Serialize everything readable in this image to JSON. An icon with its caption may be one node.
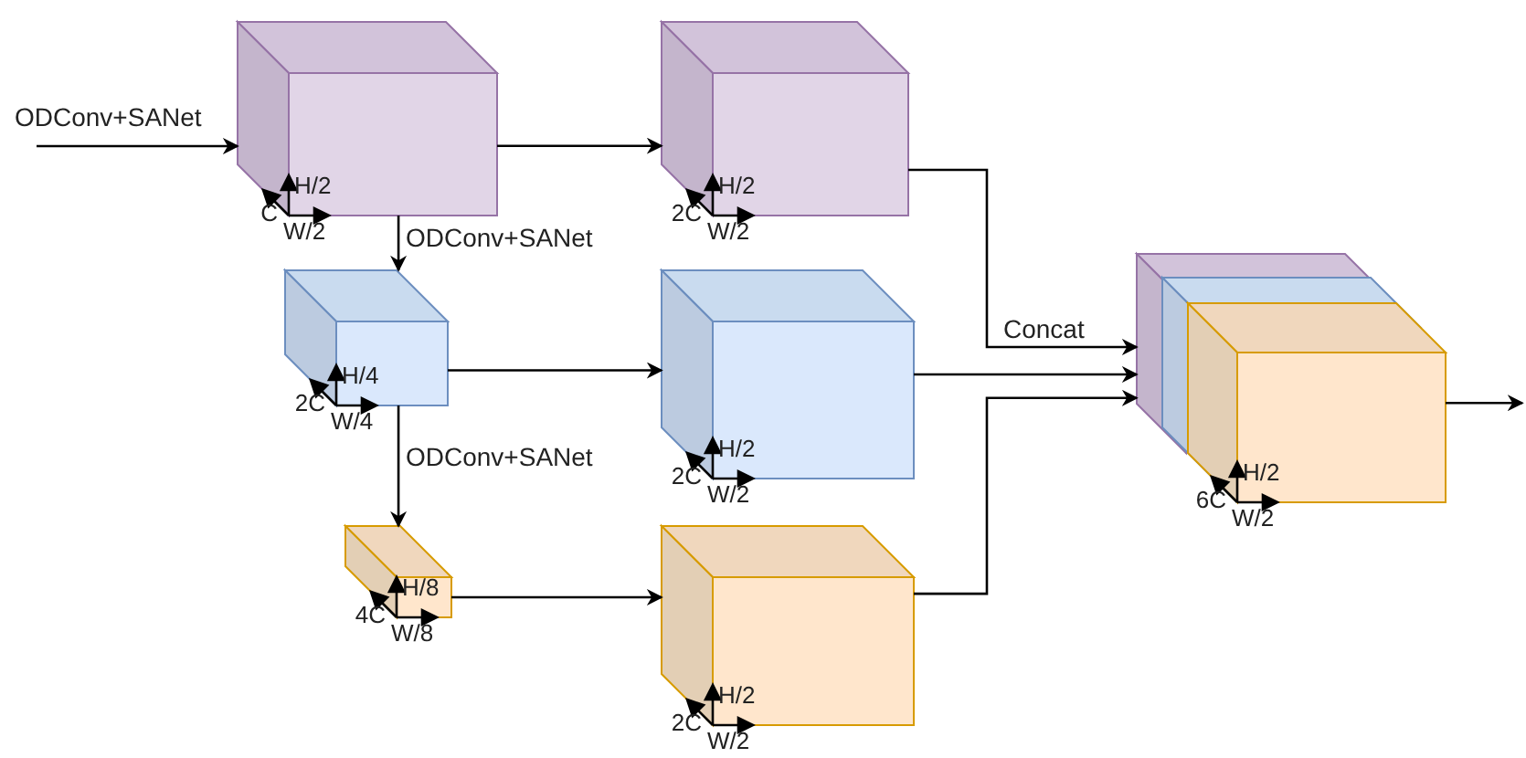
{
  "diagram": {
    "nodes": [
      {
        "text": [
          "H/2",
          "C",
          "W/2"
        ]
      },
      {
        "text": [
          "H/4",
          "2C",
          "W/4"
        ]
      },
      {
        "text": [
          "H/8",
          "4C",
          "W/8"
        ]
      },
      {
        "text": [
          "H/2",
          "2C",
          "W/2"
        ]
      },
      {
        "text": [
          "H/2",
          "2C",
          "W/2"
        ]
      },
      {
        "text": [
          "H/2",
          "2C",
          "W/2"
        ]
      },
      {
        "text": [
          "H/2",
          "6C",
          "W/2"
        ]
      }
    ],
    "edges": [
      {
        "from": null,
        "to": 0,
        "arrow": "to",
        "label": "ODConv+SANet"
      },
      {
        "from": 0,
        "to": 3,
        "arrow": "to"
      },
      {
        "from": 0,
        "to": 1,
        "arrow": "to",
        "label": "ODConv+SANet"
      },
      {
        "from": 1,
        "to": 4,
        "arrow": "to"
      },
      {
        "from": 1,
        "to": 2,
        "arrow": "to",
        "label": "ODConv+SANet"
      },
      {
        "from": 2,
        "to": 5,
        "arrow": "to"
      },
      {
        "from": 3,
        "to": 6,
        "arrow": "to",
        "label": "Concat"
      },
      {
        "from": 4,
        "to": 6,
        "arrow": "to"
      },
      {
        "from": 5,
        "to": 6,
        "arrow": "to"
      },
      {
        "from": 6,
        "to": null,
        "arrow": "to"
      }
    ]
  }
}
